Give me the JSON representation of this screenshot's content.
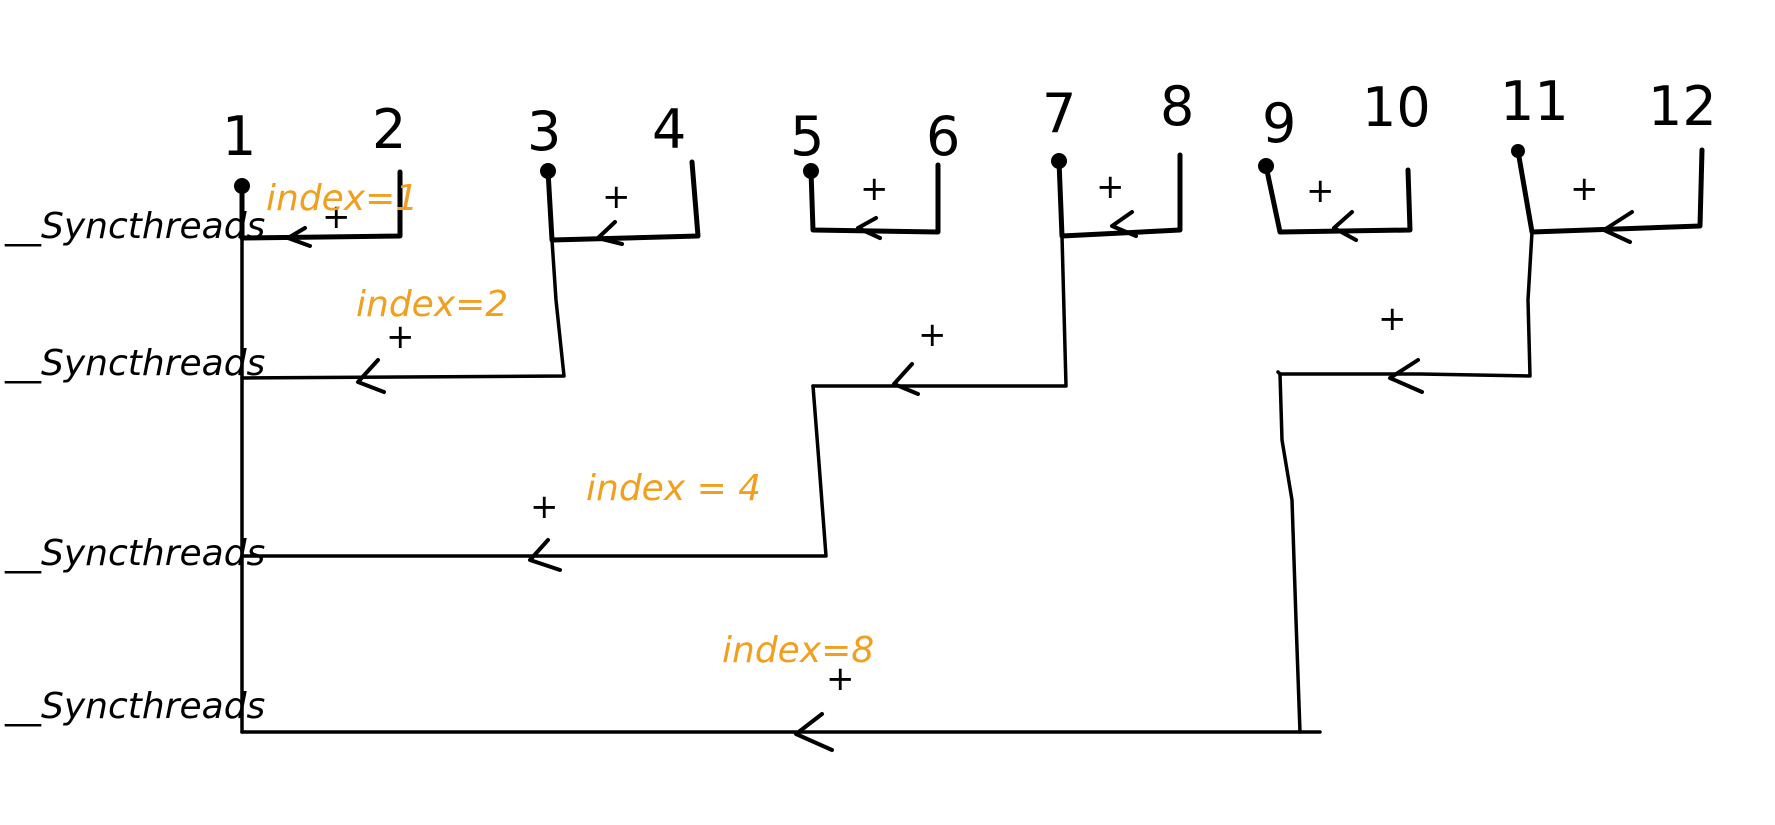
{
  "thread_labels": [
    "1",
    "2",
    "3",
    "4",
    "5",
    "6",
    "7",
    "8",
    "9",
    "10",
    "11",
    "12"
  ],
  "sync_label": "__Syncthreads",
  "plus_symbol": "+",
  "index_labels": [
    "index=1",
    "index=2",
    "index = 4",
    "index=8"
  ],
  "colors": {
    "ink": "#000000",
    "index_highlight": "#f0a01e",
    "background": "#ffffff"
  }
}
